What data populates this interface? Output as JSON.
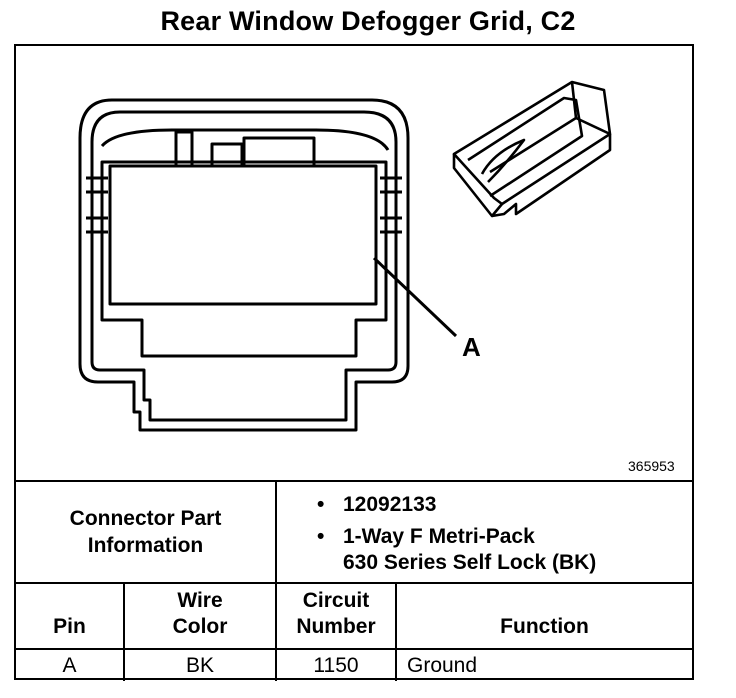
{
  "title": "Rear Window Defogger Grid, C2",
  "figure": {
    "pin_label": "A",
    "figure_number": "365953"
  },
  "connector_info": {
    "label_line1": "Connector Part",
    "label_line2": "Information",
    "part_number": "12092133",
    "description_line1": "1-Way F Metri-Pack",
    "description_line2": "630 Series Self Lock (BK)"
  },
  "table": {
    "headers": {
      "pin": "Pin",
      "wire_color_line1": "Wire",
      "wire_color_line2": "Color",
      "circuit_line1": "Circuit",
      "circuit_line2": "Number",
      "function": "Function"
    },
    "rows": [
      {
        "pin": "A",
        "wire_color": "BK",
        "circuit_number": "1150",
        "function": "Ground"
      }
    ]
  }
}
